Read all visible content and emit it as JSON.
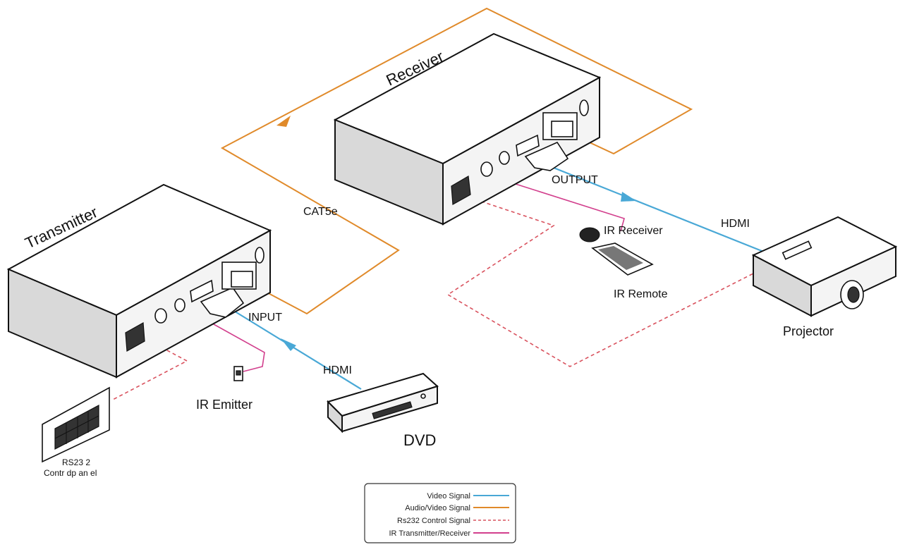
{
  "devices": {
    "transmitter": "Transmitter",
    "receiver": "Receiver",
    "projector": "Projector",
    "dvd": "DVD"
  },
  "labels": {
    "cat5e": "CAT5e",
    "input": "INPUT",
    "output": "OUTPUT",
    "hdmi_dvd": "HDMI",
    "hdmi_projector": "HDMI",
    "ir_receiver": "IR Receiver",
    "ir_remote": "IR Remote",
    "ir_emitter": "IR Emitter",
    "rs232_line1": "RS23 2",
    "rs232_line2": "Contr dp an el"
  },
  "legend": {
    "items": [
      {
        "label": "Video Signal",
        "color": "#49a8d6",
        "style": "solid"
      },
      {
        "label": "Audio/Video Signal",
        "color": "#e08a2a",
        "style": "solid"
      },
      {
        "label": "Rs232 Control Signal",
        "color": "#d9525e",
        "style": "dashed"
      },
      {
        "label": "IR Transmitter/Receiver",
        "color": "#d23f8d",
        "style": "solid"
      }
    ]
  },
  "colors": {
    "video": "#49a8d6",
    "av": "#e08a2a",
    "rs232": "#d9525e",
    "ir": "#d23f8d"
  }
}
